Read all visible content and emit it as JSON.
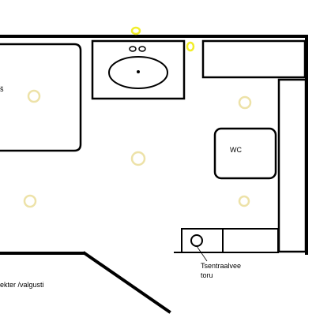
{
  "labels": {
    "left_fixture": "š",
    "toilet": "WC",
    "pipe_line1": "Tsentraalvee",
    "pipe_line2": "toru",
    "bottom_left": "ekter /valgusti"
  },
  "colors": {
    "walls": "#000000",
    "ceiling_light": "#ede2a8",
    "yellow_marker": "#f2ee2a",
    "background": "#ffffff"
  },
  "icons": {
    "ceiling_light": "circle-outline",
    "wall_marker": "ellipse-outline",
    "sink_basin": "ellipse",
    "pipe": "circle-outline"
  }
}
